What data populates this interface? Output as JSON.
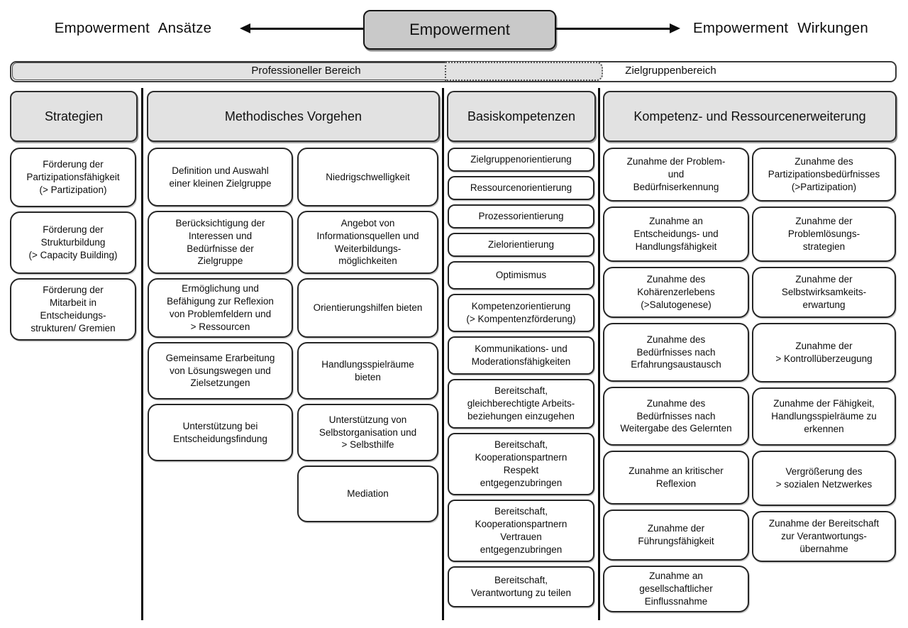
{
  "header": {
    "left_label": "Empowerment  Ansätze",
    "center_label": "Empowerment",
    "right_label": "Empowerment  Wirkungen"
  },
  "bands": {
    "professional": "Professioneller Bereich",
    "target_group": "Zielgruppenbereich"
  },
  "colors": {
    "center_box_fill": "#c9c9c9",
    "band_fill": "#e2e2e2",
    "column_header_fill": "#e2e2e2",
    "box_fill": "#ffffff",
    "line": "#0d0d0d"
  },
  "columns": {
    "strategien": {
      "title": "Strategien",
      "boxes": [
        "Förderung der\nPartizipationsfähigkeit\n(> Partizipation)",
        "Förderung der\nStrukturbildung\n(> Capacity Building)",
        "Förderung der\nMitarbeit in\nEntscheidungs-\nstrukturen/ Gremien"
      ]
    },
    "methodisches_vorgehen": {
      "title": "Methodisches Vorgehen",
      "left": [
        "Definition und Auswahl\neiner kleinen Zielgruppe",
        "Berücksichtigung der\nInteressen und\nBedürfnisse der\nZielgruppe",
        "Ermöglichung und\nBefähigung zur Reflexion\nvon Problemfeldern und\n> Ressourcen",
        "Gemeinsame Erarbeitung\nvon Lösungswegen und\nZielsetzungen",
        "Unterstützung bei\nEntscheidungsfindung"
      ],
      "right": [
        "Niedrigschwelligkeit",
        "Angebot von\nInformationsquellen und\nWeiterbildungs-\nmöglichkeiten",
        "Orientierungshilfen bieten",
        "Handlungsspielräume\nbieten",
        "Unterstützung von\nSelbstorganisation und\n> Selbsthilfe",
        "Mediation"
      ]
    },
    "basiskompetenzen": {
      "title": "Basiskompetenzen",
      "boxes": [
        "Zielgruppenorientierung",
        "Ressourcenorientierung",
        "Prozessorientierung",
        "Zielorientierung",
        "Optimismus",
        "Kompetenzorientierung\n(> Kompentenzförderung)",
        "Kommunikations- und\nModerationsfähigkeiten",
        "Bereitschaft,\ngleichberechtigte Arbeits-\nbeziehungen einzugehen",
        "Bereitschaft,\nKooperationspartnern\nRespekt\nentgegenzubringen",
        "Bereitschaft,\nKooperationspartnern\nVertrauen\nentgegenzubringen",
        "Bereitschaft,\nVerantwortung zu teilen"
      ]
    },
    "kompetenz_erweiterung": {
      "title": "Kompetenz- und Ressourcenerweiterung",
      "left": [
        "Zunahme der Problem-\nund\nBedürfniserkennung",
        "Zunahme an\nEntscheidungs- und\nHandlungsfähigkeit",
        "Zunahme des\nKohärenzerlebens\n(>Salutogenese)",
        "Zunahme des\nBedürfnisses nach\nErfahrungsaustausch",
        "Zunahme des\nBedürfnisses nach\nWeitergabe des Gelernten",
        "Zunahme an kritischer\nReflexion",
        "Zunahme der\nFührungsfähigkeit",
        "Zunahme an\ngesellschaftlicher\nEinflussnahme"
      ],
      "right": [
        "Zunahme des\nPartizipationsbedürfnisses\n(>Partizipation)",
        "Zunahme der\nProblemlösungs-\nstrategien",
        "Zunahme der\nSelbstwirksamkeits-\nerwartung",
        "Zunahme der\n> Kontrollüberzeugung",
        "Zunahme der Fähigkeit,\nHandlungsspielräume zu\nerkennen",
        "Vergrößerung des\n> sozialen Netzwerkes",
        "Zunahme der Bereitschaft\nzur Verantwortungs-\nübernahme"
      ]
    }
  }
}
